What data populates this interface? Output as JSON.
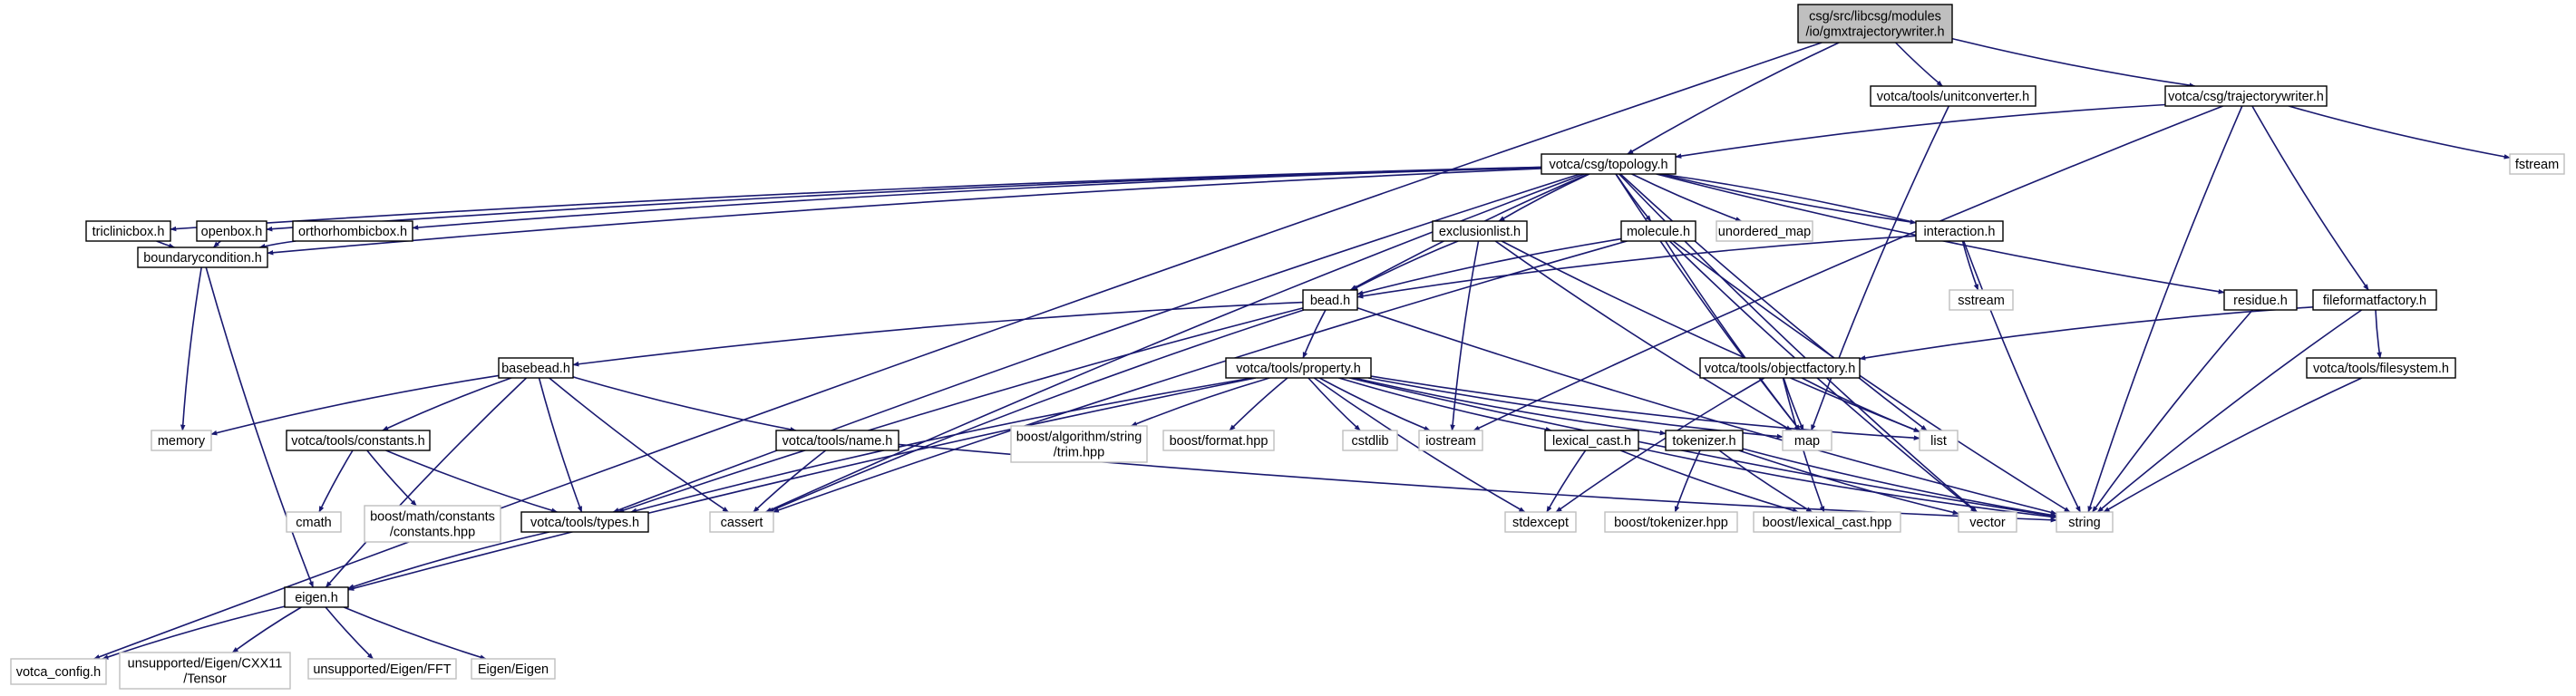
{
  "graph": {
    "colors": {
      "edge": "#191970",
      "root_fill": "#bfbfbf",
      "border_doc": "#000000",
      "border_ext": "#bfbfbf"
    },
    "nodes": {
      "root": {
        "lines": [
          "csg/src/libcsg/modules",
          "/io/gmxtrajectorywriter.h"
        ],
        "kind": "root"
      },
      "votca_config": {
        "lines": [
          "votca_config.h"
        ],
        "kind": "ext"
      },
      "topology": {
        "lines": [
          "votca/csg/topology.h"
        ],
        "kind": "doc"
      },
      "unitconverter": {
        "lines": [
          "votca/tools/unitconverter.h"
        ],
        "kind": "doc"
      },
      "trajectorywriter": {
        "lines": [
          "votca/csg/trajectorywriter.h"
        ],
        "kind": "doc"
      },
      "fstream": {
        "lines": [
          "fstream"
        ],
        "kind": "ext"
      },
      "triclinicbox": {
        "lines": [
          "triclinicbox.h"
        ],
        "kind": "doc"
      },
      "openbox": {
        "lines": [
          "openbox.h"
        ],
        "kind": "doc"
      },
      "orthorhombicbox": {
        "lines": [
          "orthorhombicbox.h"
        ],
        "kind": "doc"
      },
      "boundarycondition": {
        "lines": [
          "boundarycondition.h"
        ],
        "kind": "doc"
      },
      "exclusionlist": {
        "lines": [
          "exclusionlist.h"
        ],
        "kind": "doc"
      },
      "molecule": {
        "lines": [
          "molecule.h"
        ],
        "kind": "doc"
      },
      "unordered_map": {
        "lines": [
          "unordered_map"
        ],
        "kind": "ext"
      },
      "interaction": {
        "lines": [
          "interaction.h"
        ],
        "kind": "doc"
      },
      "residue": {
        "lines": [
          "residue.h"
        ],
        "kind": "doc"
      },
      "fileformatfactory": {
        "lines": [
          "fileformatfactory.h"
        ],
        "kind": "doc"
      },
      "sstream": {
        "lines": [
          "sstream"
        ],
        "kind": "ext"
      },
      "bead": {
        "lines": [
          "bead.h"
        ],
        "kind": "doc"
      },
      "basebead": {
        "lines": [
          "basebead.h"
        ],
        "kind": "doc"
      },
      "property": {
        "lines": [
          "votca/tools/property.h"
        ],
        "kind": "doc"
      },
      "objectfactory": {
        "lines": [
          "votca/tools/objectfactory.h"
        ],
        "kind": "doc"
      },
      "filesystem": {
        "lines": [
          "votca/tools/filesystem.h"
        ],
        "kind": "doc"
      },
      "memory": {
        "lines": [
          "memory"
        ],
        "kind": "ext"
      },
      "constants": {
        "lines": [
          "votca/tools/constants.h"
        ],
        "kind": "doc"
      },
      "name": {
        "lines": [
          "votca/tools/name.h"
        ],
        "kind": "doc"
      },
      "boost_trim": {
        "lines": [
          "boost/algorithm/string",
          "/trim.hpp"
        ],
        "kind": "ext"
      },
      "boost_format": {
        "lines": [
          "boost/format.hpp"
        ],
        "kind": "ext"
      },
      "cstdlib": {
        "lines": [
          "cstdlib"
        ],
        "kind": "ext"
      },
      "iostream": {
        "lines": [
          "iostream"
        ],
        "kind": "ext"
      },
      "lexical_cast": {
        "lines": [
          "lexical_cast.h"
        ],
        "kind": "doc"
      },
      "tokenizer": {
        "lines": [
          "tokenizer.h"
        ],
        "kind": "doc"
      },
      "map": {
        "lines": [
          "map"
        ],
        "kind": "ext"
      },
      "list": {
        "lines": [
          "list"
        ],
        "kind": "ext"
      },
      "cmath": {
        "lines": [
          "cmath"
        ],
        "kind": "ext"
      },
      "boost_constants": {
        "lines": [
          "boost/math/constants",
          "/constants.hpp"
        ],
        "kind": "ext"
      },
      "types": {
        "lines": [
          "votca/tools/types.h"
        ],
        "kind": "doc"
      },
      "cassert": {
        "lines": [
          "cassert"
        ],
        "kind": "ext"
      },
      "stdexcept": {
        "lines": [
          "stdexcept"
        ],
        "kind": "ext"
      },
      "boost_tokenizer": {
        "lines": [
          "boost/tokenizer.hpp"
        ],
        "kind": "ext"
      },
      "boost_lexical_cast": {
        "lines": [
          "boost/lexical_cast.hpp"
        ],
        "kind": "ext"
      },
      "vector": {
        "lines": [
          "vector"
        ],
        "kind": "ext"
      },
      "string": {
        "lines": [
          "string"
        ],
        "kind": "ext"
      },
      "eigen": {
        "lines": [
          "eigen.h"
        ],
        "kind": "doc"
      },
      "eigen_tensor": {
        "lines": [
          "unsupported/Eigen/CXX11",
          "/Tensor"
        ],
        "kind": "ext"
      },
      "eigen_fft": {
        "lines": [
          "unsupported/Eigen/FFT"
        ],
        "kind": "ext"
      },
      "eigen_eigen": {
        "lines": [
          "Eigen/Eigen"
        ],
        "kind": "ext"
      }
    },
    "edges": [
      [
        "root",
        "votca_config"
      ],
      [
        "root",
        "topology"
      ],
      [
        "root",
        "unitconverter"
      ],
      [
        "root",
        "trajectorywriter"
      ],
      [
        "trajectorywriter",
        "topology"
      ],
      [
        "trajectorywriter",
        "fstream"
      ],
      [
        "trajectorywriter",
        "string"
      ],
      [
        "trajectorywriter",
        "fileformatfactory"
      ],
      [
        "trajectorywriter",
        "iostream"
      ],
      [
        "unitconverter",
        "map"
      ],
      [
        "topology",
        "triclinicbox"
      ],
      [
        "topology",
        "openbox"
      ],
      [
        "topology",
        "orthorhombicbox"
      ],
      [
        "topology",
        "boundarycondition"
      ],
      [
        "topology",
        "exclusionlist"
      ],
      [
        "topology",
        "molecule"
      ],
      [
        "topology",
        "unordered_map"
      ],
      [
        "topology",
        "interaction"
      ],
      [
        "topology",
        "residue"
      ],
      [
        "topology",
        "bead"
      ],
      [
        "topology",
        "types"
      ],
      [
        "topology",
        "cassert"
      ],
      [
        "topology",
        "list"
      ],
      [
        "topology",
        "map"
      ],
      [
        "topology",
        "vector"
      ],
      [
        "triclinicbox",
        "boundarycondition"
      ],
      [
        "openbox",
        "boundarycondition"
      ],
      [
        "orthorhombicbox",
        "boundarycondition"
      ],
      [
        "boundarycondition",
        "memory"
      ],
      [
        "boundarycondition",
        "eigen"
      ],
      [
        "exclusionlist",
        "bead"
      ],
      [
        "exclusionlist",
        "iostream"
      ],
      [
        "exclusionlist",
        "list"
      ],
      [
        "exclusionlist",
        "map"
      ],
      [
        "molecule",
        "bead"
      ],
      [
        "molecule",
        "map"
      ],
      [
        "molecule",
        "string"
      ],
      [
        "molecule",
        "vector"
      ],
      [
        "molecule",
        "cassert"
      ],
      [
        "interaction",
        "bead"
      ],
      [
        "interaction",
        "sstream"
      ],
      [
        "interaction",
        "string"
      ],
      [
        "interaction",
        "topology"
      ],
      [
        "residue",
        "string"
      ],
      [
        "fileformatfactory",
        "objectfactory"
      ],
      [
        "fileformatfactory",
        "filesystem"
      ],
      [
        "fileformatfactory",
        "string"
      ],
      [
        "filesystem",
        "string"
      ],
      [
        "objectfactory",
        "map"
      ],
      [
        "objectfactory",
        "list"
      ],
      [
        "objectfactory",
        "stdexcept"
      ],
      [
        "objectfactory",
        "boost_lexical_cast"
      ],
      [
        "bead",
        "basebead"
      ],
      [
        "bead",
        "property"
      ],
      [
        "bead",
        "types"
      ],
      [
        "bead",
        "cassert"
      ],
      [
        "bead",
        "string"
      ],
      [
        "basebead",
        "constants"
      ],
      [
        "basebead",
        "name"
      ],
      [
        "basebead",
        "types"
      ],
      [
        "basebead",
        "eigen"
      ],
      [
        "basebead",
        "memory"
      ],
      [
        "basebead",
        "cassert"
      ],
      [
        "property",
        "boost_trim"
      ],
      [
        "property",
        "boost_format"
      ],
      [
        "property",
        "cstdlib"
      ],
      [
        "property",
        "iostream"
      ],
      [
        "property",
        "lexical_cast"
      ],
      [
        "property",
        "tokenizer"
      ],
      [
        "property",
        "map"
      ],
      [
        "property",
        "list"
      ],
      [
        "property",
        "string"
      ],
      [
        "property",
        "stdexcept"
      ],
      [
        "property",
        "types"
      ],
      [
        "property",
        "eigen"
      ],
      [
        "constants",
        "cmath"
      ],
      [
        "constants",
        "boost_constants"
      ],
      [
        "constants",
        "types"
      ],
      [
        "name",
        "cassert"
      ],
      [
        "name",
        "string"
      ],
      [
        "lexical_cast",
        "stdexcept"
      ],
      [
        "lexical_cast",
        "boost_lexical_cast"
      ],
      [
        "lexical_cast",
        "string"
      ],
      [
        "tokenizer",
        "boost_tokenizer"
      ],
      [
        "tokenizer",
        "boost_lexical_cast"
      ],
      [
        "tokenizer",
        "string"
      ],
      [
        "tokenizer",
        "vector"
      ],
      [
        "types",
        "eigen"
      ],
      [
        "eigen",
        "votca_config"
      ],
      [
        "eigen",
        "eigen_tensor"
      ],
      [
        "eigen",
        "eigen_fft"
      ],
      [
        "eigen",
        "eigen_eigen"
      ]
    ]
  }
}
